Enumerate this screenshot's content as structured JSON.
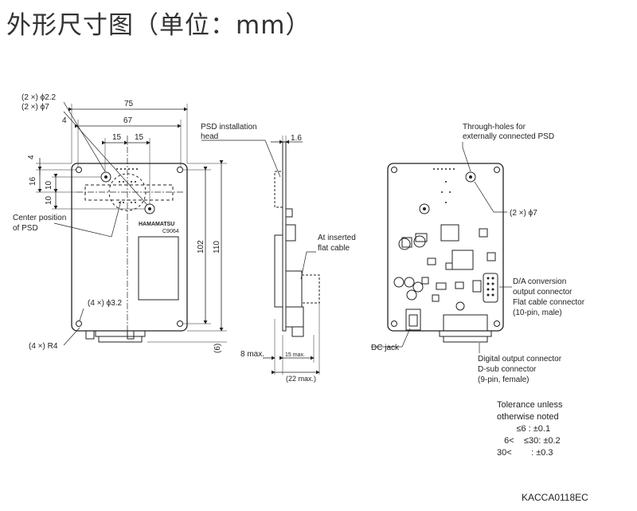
{
  "title": "外形尺寸图（单位：mm）",
  "front_view": {
    "hole_spec_1": "(2 ×) ϕ2.2",
    "hole_spec_2": "(2 ×) ϕ7",
    "dim_width": "75",
    "dim_inner": "67",
    "dim_offset": "4",
    "dim_15a": "15",
    "dim_15b": "15",
    "dim_4v": "4",
    "dim_16": "16",
    "dim_10a": "10",
    "dim_10b": "10",
    "center_label_1": "Center position",
    "center_label_2": "of PSD",
    "brand": "HAMAMATSU",
    "model": "C9064",
    "dim_102": "102",
    "dim_110": "110",
    "mount_holes": "(4 ×) ϕ3.2",
    "radius": "(4 ×) R4",
    "dim_6": "(6)"
  },
  "side_view": {
    "psd_head_1": "PSD installation",
    "psd_head_2": "head",
    "dim_16": "1.6",
    "flat_cable_1": "At inserted",
    "flat_cable_2": "flat cable",
    "dim_8max": "8 max.",
    "dim_15max": "15 max.",
    "dim_22max": "(22 max.)"
  },
  "back_view": {
    "through_holes_1": "Through-holes for",
    "through_holes_2": "externally connected PSD",
    "hole_7": "(2 ×) ϕ7",
    "da_1": "D/A conversion",
    "da_2": "output connector",
    "da_3": "Flat cable connector",
    "da_4": "(10-pin, male)",
    "dc_jack": "DC jack",
    "dig_1": "Digital output connector",
    "dig_2": "D-sub connector",
    "dig_3": "(9-pin, female)"
  },
  "tolerance": {
    "line1": "Tolerance unless",
    "line2": "otherwise noted",
    "row1": "        ≤6 : ±0.1",
    "row2": "   6<    ≤30: ±0.2",
    "row3": "30<        : ±0.3"
  },
  "code": "KACCA0118EC"
}
